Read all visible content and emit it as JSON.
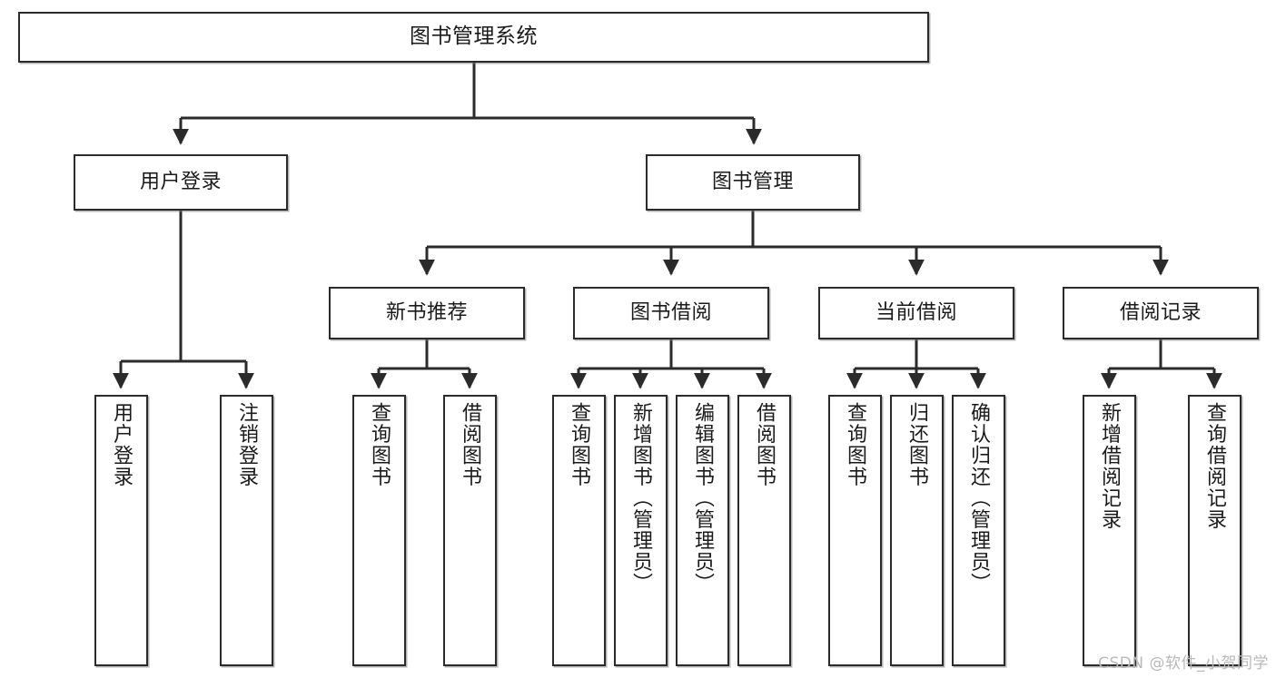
{
  "diagram": {
    "type": "tree-hierarchy-chart",
    "title": "图书管理系统",
    "line_color": "#2b2b2b",
    "box_fill": "#ffffff",
    "text_color": "#1a1a1a",
    "root": {
      "label": "图书管理系统"
    },
    "level2": [
      {
        "label": "用户登录"
      },
      {
        "label": "图书管理"
      }
    ],
    "level3": [
      {
        "label": "新书推荐"
      },
      {
        "label": "图书借阅"
      },
      {
        "label": "当前借阅"
      },
      {
        "label": "借阅记录"
      }
    ],
    "leaves": {
      "user_login": [
        {
          "label": "用户登录"
        },
        {
          "label": "注销登录"
        }
      ],
      "new_book": [
        {
          "label": "查询图书"
        },
        {
          "label": "借阅图书"
        }
      ],
      "book_borrow": [
        {
          "label": "查询图书"
        },
        {
          "label": "新增图书（管理员）"
        },
        {
          "label": "编辑图书（管理员）"
        },
        {
          "label": "借阅图书"
        }
      ],
      "current_borrow": [
        {
          "label": "查询图书"
        },
        {
          "label": "归还图书"
        },
        {
          "label": "确认归还（管理员）"
        }
      ],
      "borrow_record": [
        {
          "label": "新增借阅记录"
        },
        {
          "label": "查询借阅记录"
        }
      ]
    }
  },
  "watermark": {
    "text": "CSDN @软件_小贺同学"
  }
}
